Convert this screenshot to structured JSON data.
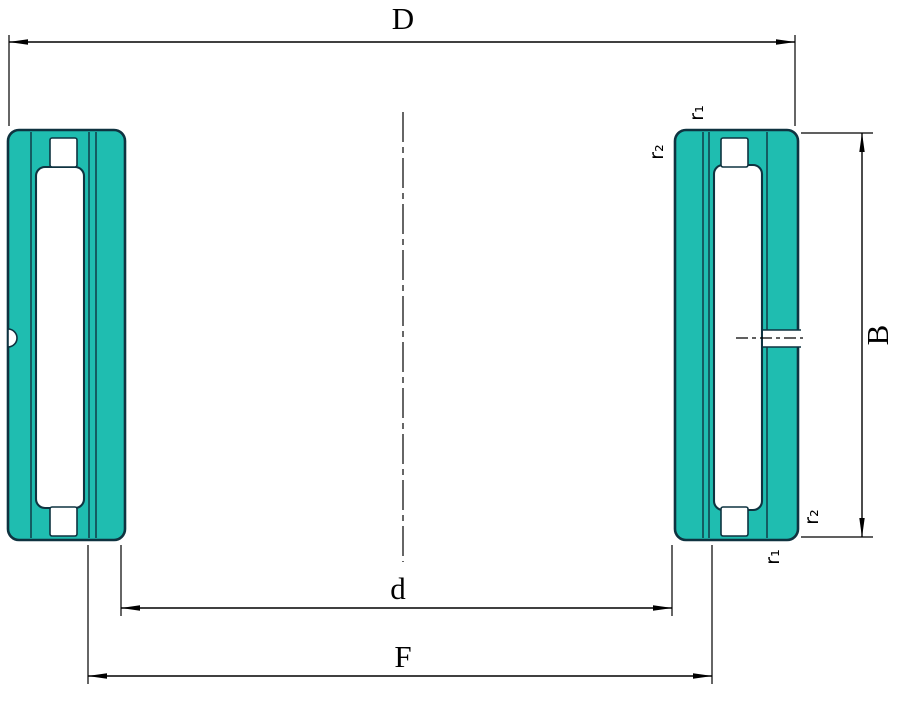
{
  "labels": {
    "dim_D": "D",
    "dim_d": "d",
    "dim_F": "F",
    "dim_B": "B",
    "r1_top": "r₁",
    "r2_top": "r₂",
    "r2_bottom": "r₂",
    "r1_bottom": "r₁"
  },
  "colors": {
    "ring_fill": "#1fbdb0",
    "outline": "#0f3340",
    "dimension_lines": "#000000",
    "background": "#ffffff"
  }
}
